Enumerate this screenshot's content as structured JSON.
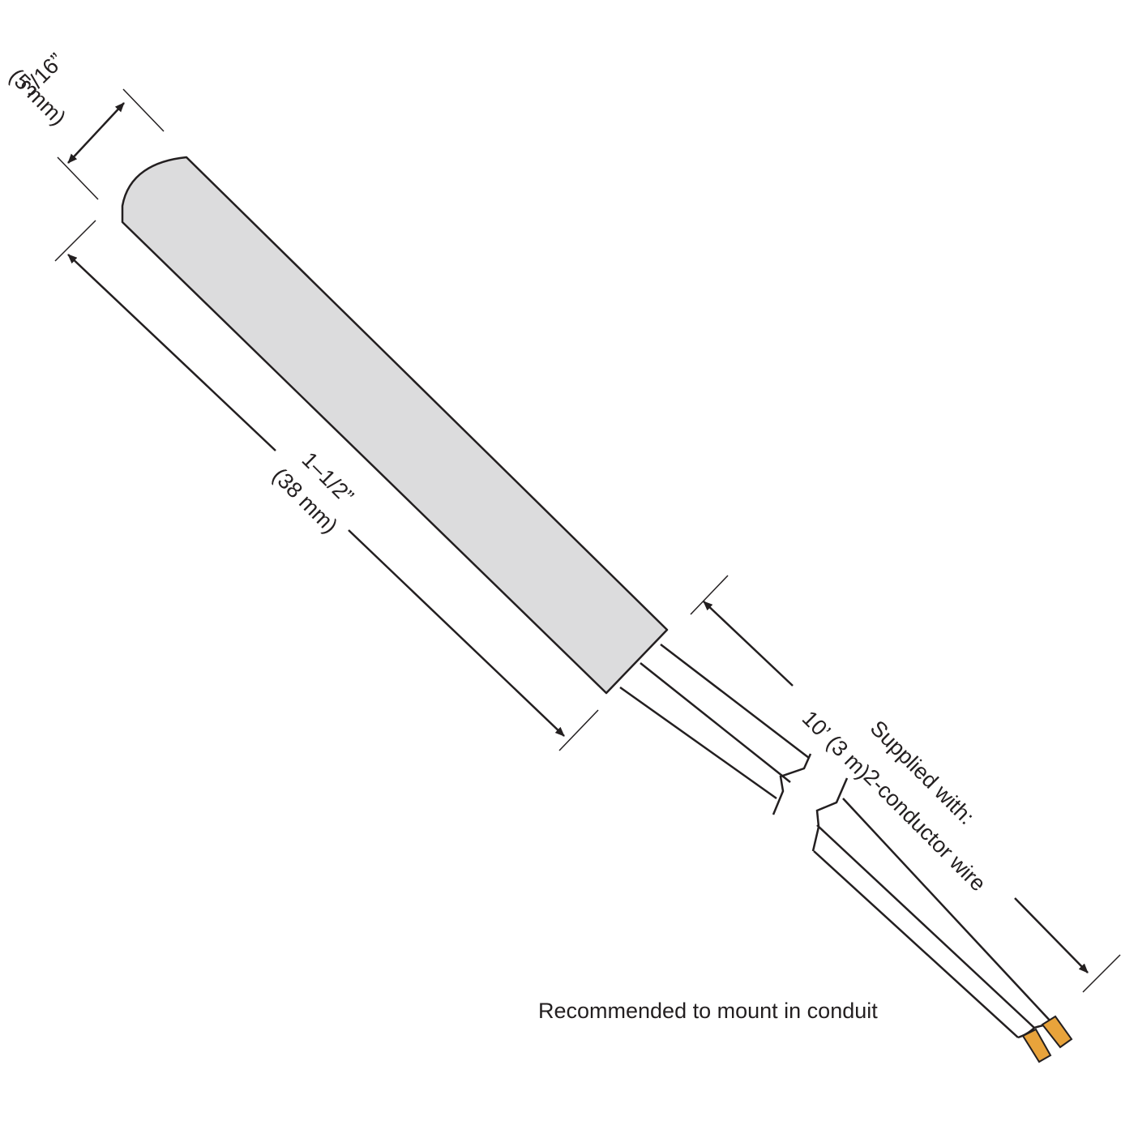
{
  "diagram": {
    "sensor_length": {
      "imperial": "1–1/2”",
      "metric": "(38 mm)"
    },
    "sensor_width": {
      "imperial": "3/16”",
      "metric": "(5 mm)"
    },
    "wire_length": {
      "text": "10’ (3 m)"
    },
    "wire_supply": {
      "line1": "Supplied with:",
      "line2": "2-conductor wire"
    },
    "note": "Recommended to mount in conduit",
    "colors": {
      "body_fill": "#dcdcdd",
      "line": "#231f20",
      "wire_fill": "#ffffff",
      "conductor_fill": "#e8a33b"
    }
  }
}
